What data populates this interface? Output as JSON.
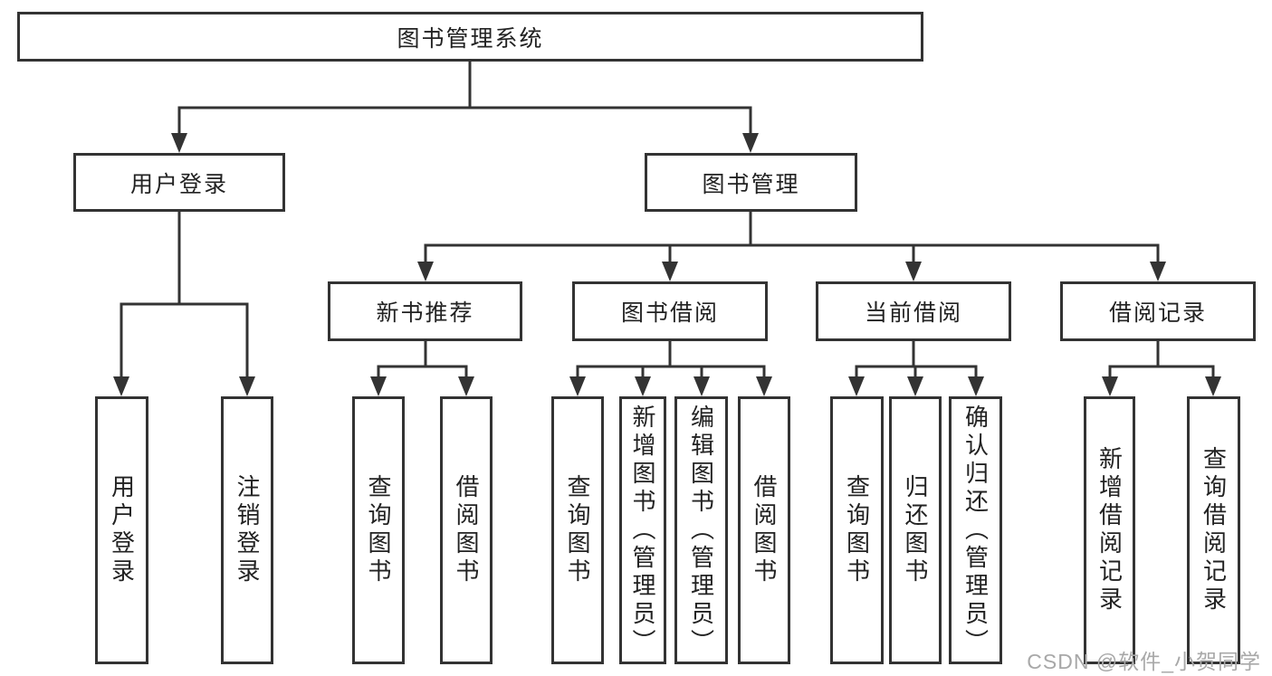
{
  "colors": {
    "line": "#333333",
    "box_border": "#333333",
    "text": "#222222",
    "watermark": "#a8a8a8",
    "background": "#ffffff"
  },
  "watermark": {
    "text": "CSDN @软件_小贺同学"
  },
  "diagram": {
    "type": "tree",
    "title": "图书管理系统",
    "children": [
      {
        "label": "用户登录",
        "children": [
          {
            "label": "用户登录"
          },
          {
            "label": "注销登录"
          }
        ]
      },
      {
        "label": "图书管理",
        "children": [
          {
            "label": "新书推荐",
            "children": [
              {
                "label": "查询图书"
              },
              {
                "label": "借阅图书"
              }
            ]
          },
          {
            "label": "图书借阅",
            "children": [
              {
                "label": "查询图书"
              },
              {
                "label": "新增图书（管理员）"
              },
              {
                "label": "编辑图书（管理员）"
              },
              {
                "label": "借阅图书"
              }
            ]
          },
          {
            "label": "当前借阅",
            "children": [
              {
                "label": "查询图书"
              },
              {
                "label": "归还图书"
              },
              {
                "label": "确认归还（管理员）"
              }
            ]
          },
          {
            "label": "借阅记录",
            "children": [
              {
                "label": "新增借阅记录"
              },
              {
                "label": "查询借阅记录"
              }
            ]
          }
        ]
      }
    ]
  }
}
